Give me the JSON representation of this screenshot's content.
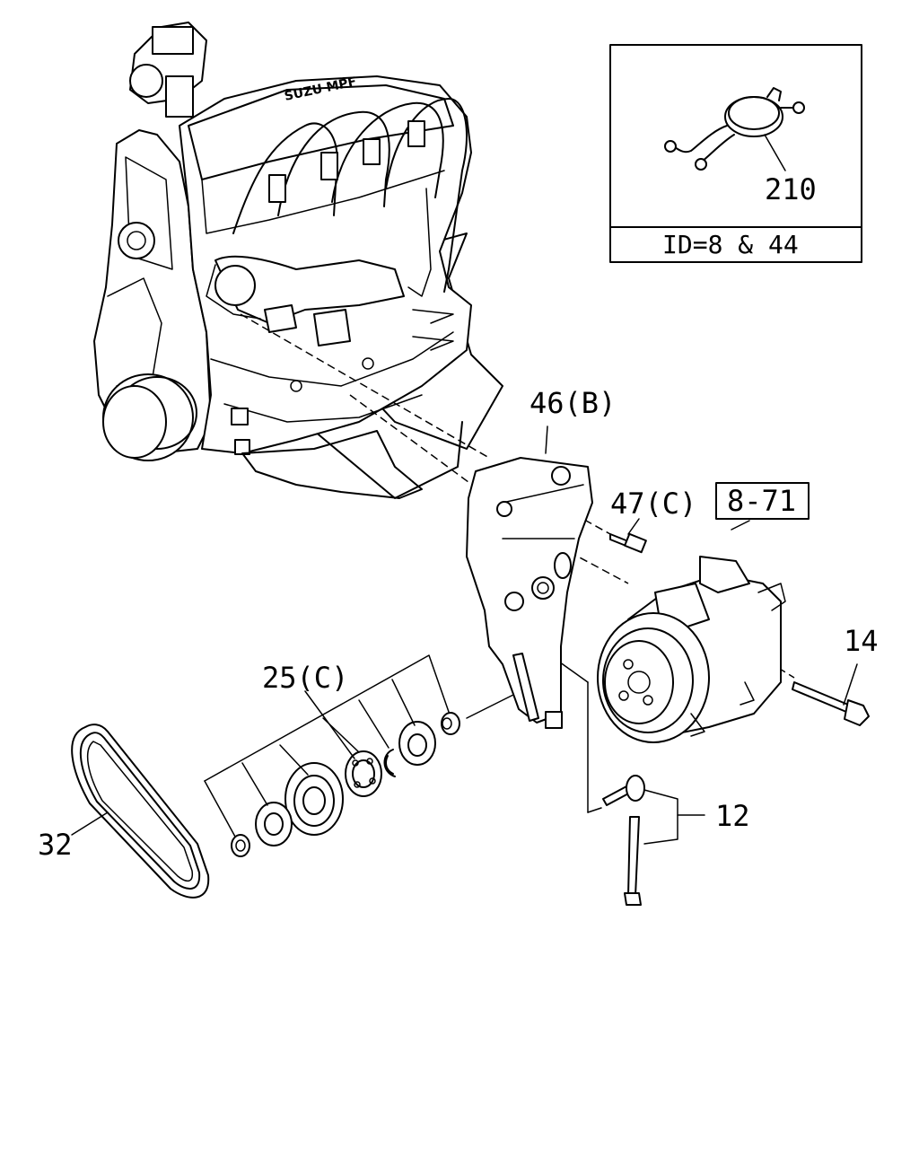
{
  "engine": {
    "logo_text": "SUZU MPF"
  },
  "inset": {
    "callout": "210",
    "footer": "ID=8 & 44"
  },
  "callouts": {
    "bracket": "46(B)",
    "bracket_bolt": "47(C)",
    "compressor_ref": "8-71",
    "long_bolt": "14",
    "idler_set": "25(C)",
    "belt": "32",
    "bolts": "12"
  }
}
